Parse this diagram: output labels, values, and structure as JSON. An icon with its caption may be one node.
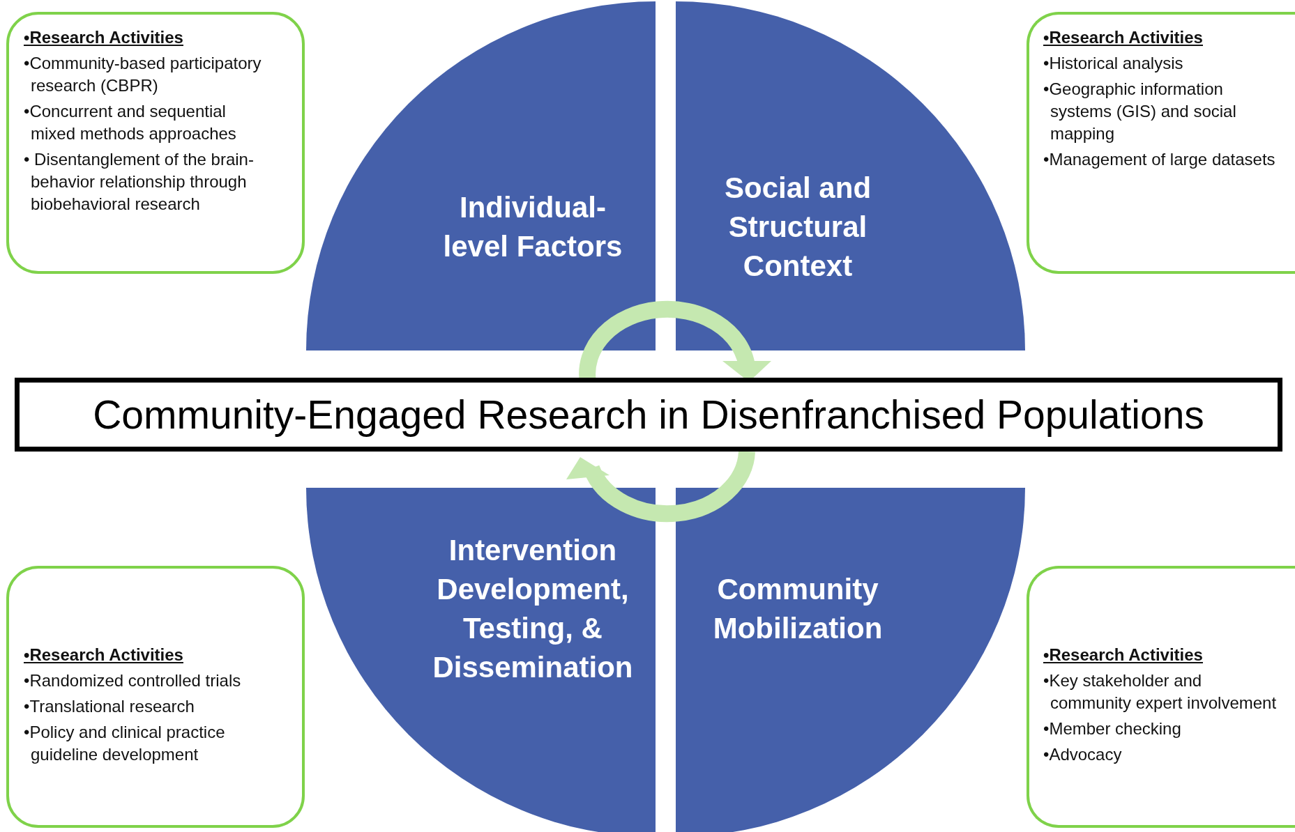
{
  "diagram": {
    "nodes": [
      {
        "text": [
          "Community-Engaged Research in Disenfranchised Populations"
        ]
      },
      {
        "text": [
          "Individual-level Factors"
        ]
      },
      {
        "text": [
          "Social and Structural Context"
        ]
      },
      {
        "text": [
          "Intervention Development, Testing, & Dissemination"
        ]
      },
      {
        "text": [
          "Community Mobilization"
        ]
      },
      {
        "text": [
          "•Research Activities",
          "•Community-based participatory research (CBPR)",
          "•Concurrent and sequential mixed methods approaches",
          "• Disentanglement of the brain-behavior relationship through biobehavioral research"
        ]
      },
      {
        "text": [
          "•Research Activities",
          "•Historical analysis",
          "•Geographic information systems (GIS) and social mapping",
          "•Management of large datasets"
        ]
      },
      {
        "text": [
          "•Research Activities",
          "•Randomized controlled trials",
          "•Translational research",
          "•Policy and clinical practice guideline development"
        ]
      },
      {
        "text": [
          "•Research Activities",
          "•Key stakeholder and community expert involvement",
          "•Member checking",
          "•Advocacy"
        ]
      }
    ]
  }
}
